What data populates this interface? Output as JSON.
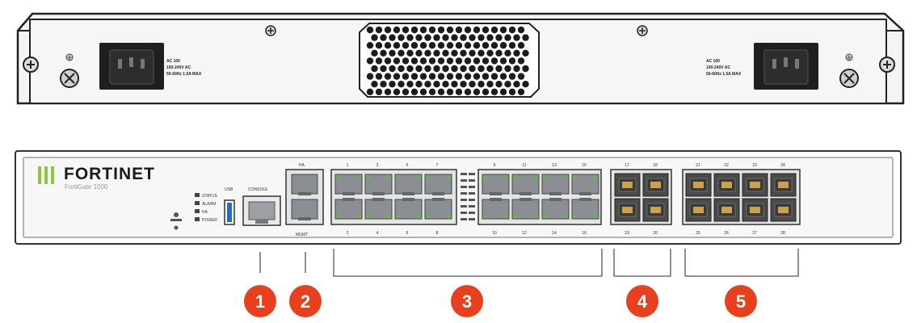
{
  "rear": {
    "psu_left": {
      "lines": [
        "AC 100",
        "100-240V AC",
        "50-60Hz 1.5A MAX"
      ]
    },
    "psu_right": {
      "lines": [
        "AC 100",
        "100-240V AC",
        "50-60Hz 1.5A MAX"
      ]
    }
  },
  "front": {
    "brand": "FORTINET",
    "model": "FortiGate 1000",
    "status_leds": [
      "STATUS",
      "ALARM",
      "HA",
      "POWER"
    ],
    "usb_label": "USB",
    "console_label": "CONSOLE",
    "mgmt_top_label": "HA",
    "mgmt_bottom_label": "MGMT",
    "rj45_top_labels": [
      "1",
      "3",
      "5",
      "7",
      "9",
      "11",
      "13",
      "15"
    ],
    "rj45_bottom_labels": [
      "2",
      "4",
      "6",
      "8",
      "10",
      "12",
      "14",
      "16"
    ],
    "sfp_top_labels": [
      "17",
      "18"
    ],
    "sfp_bottom_labels": [
      "19",
      "20"
    ],
    "sfp_plus_top_labels": [
      "21",
      "22",
      "23",
      "24"
    ],
    "sfp_plus_bottom_labels": [
      "25",
      "26",
      "27",
      "28"
    ]
  },
  "callouts": [
    "1",
    "2",
    "3",
    "4",
    "5"
  ],
  "colors": {
    "callout": "#e8401c",
    "led_green": "#5fbf3a",
    "brand_green": "#8cc63f",
    "panel": "#f7f7f7",
    "port_gray": "#8a8f93",
    "sfp_gold": "#c9a24a"
  }
}
